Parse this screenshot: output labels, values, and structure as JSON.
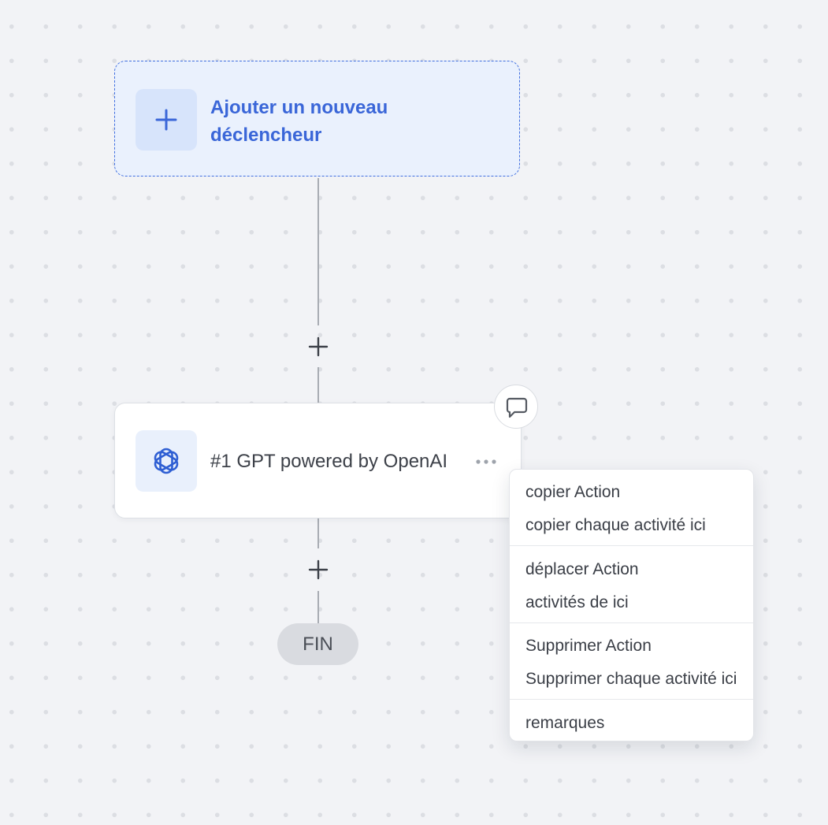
{
  "trigger": {
    "label": "Ajouter un nouveau déclencheur",
    "icon": "plus-icon"
  },
  "actions": [
    {
      "title": "#1 GPT powered by OpenAI",
      "icon": "openai-icon",
      "more_icon": "more-horizontal-icon",
      "comment_icon": "comment-icon"
    }
  ],
  "add_step_icon": "plus-icon",
  "end": {
    "label": "FIN"
  },
  "context_menu": {
    "items": [
      "copier Action",
      "copier chaque activité ici",
      "déplacer Action",
      "activités de ici",
      "Supprimer Action",
      "Supprimer chaque activité ici",
      "remarques"
    ]
  },
  "colors": {
    "accent": "#3a66d8",
    "canvas": "#f2f3f6",
    "trigger_background": "#eaf1fd",
    "end_pill": "#d9dbe0"
  }
}
